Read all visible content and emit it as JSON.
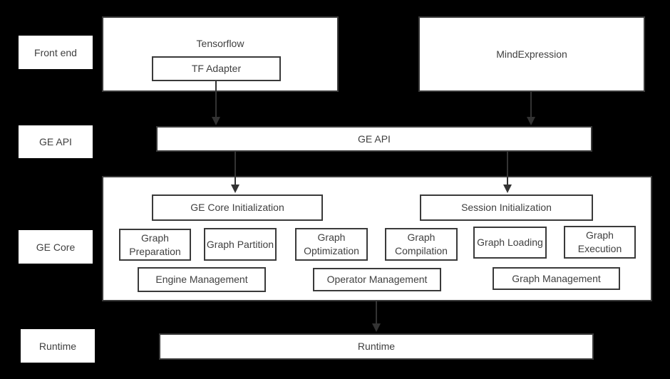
{
  "diagram": {
    "title": "GE architecture diagram",
    "colors": {
      "background": "#000000",
      "box_fill": "#ffffff",
      "border": "#3a3a3a",
      "text": "#404040",
      "arrow": "#333333"
    },
    "layer_labels": [
      {
        "label": "Front end"
      },
      {
        "label": "GE API"
      },
      {
        "label": "GE Core"
      },
      {
        "label": "Runtime"
      }
    ],
    "frontend": {
      "tensorflow": {
        "label": "Tensorflow"
      },
      "tf_adapter": {
        "label": "TF Adapter"
      },
      "mindexpression": {
        "label": "MindExpression"
      }
    },
    "ge_api_bar": {
      "label": "GE API"
    },
    "ge_core": {
      "init_boxes": [
        {
          "label": "GE Core Initialization"
        },
        {
          "label": "Session Initialization"
        }
      ],
      "modules": [
        {
          "label": "Graph Preparation"
        },
        {
          "label": "Graph Partition"
        },
        {
          "label": "Graph Optimization"
        },
        {
          "label": "Graph Compilation"
        },
        {
          "label": "Graph Loading"
        },
        {
          "label": "Graph Execution"
        }
      ],
      "managers": [
        {
          "label": "Engine Management"
        },
        {
          "label": "Operator Management"
        },
        {
          "label": "Graph Management"
        }
      ]
    },
    "runtime_bar": {
      "label": "Runtime"
    },
    "arrows": [
      {
        "name": "tf-adapter-to-ge-api"
      },
      {
        "name": "mindexpression-to-ge-api"
      },
      {
        "name": "ge-api-to-ge-core-init"
      },
      {
        "name": "ge-api-to-session-init"
      },
      {
        "name": "ge-core-to-runtime"
      }
    ]
  }
}
